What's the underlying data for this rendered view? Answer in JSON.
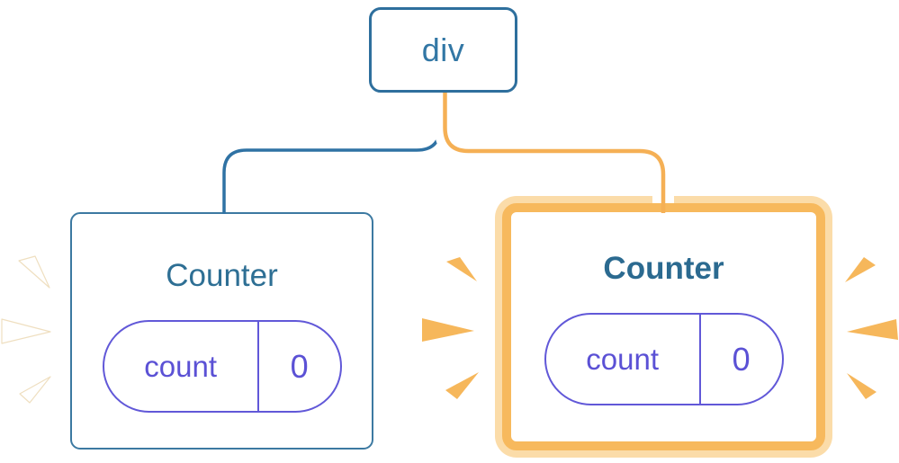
{
  "tree": {
    "root": {
      "label": "div"
    },
    "children": [
      {
        "title": "Counter",
        "highlighted": false,
        "state": {
          "key": "count",
          "value": "0"
        }
      },
      {
        "title": "Counter",
        "highlighted": true,
        "state": {
          "key": "count",
          "value": "0"
        }
      }
    ]
  },
  "icons": {
    "left_bursts": "burst-icon-white",
    "right_bursts": "burst-icon-orange"
  },
  "colors": {
    "node_border_blue": "#2E6F9D",
    "node_text_blue": "#3277A5",
    "card_border_blue": "#3C79A1",
    "title_blue": "#2E6F94",
    "edge_blue": "#2F72A4",
    "pill_purple": "#5B51D5",
    "edge_orange": "#F5B055",
    "highlight_border_orange": "#F7B95D",
    "highlight_glow_orange": "#FBDCA9",
    "sparkle_orange": "#F6B75B",
    "sparkle_white": "#FFFFFF"
  }
}
